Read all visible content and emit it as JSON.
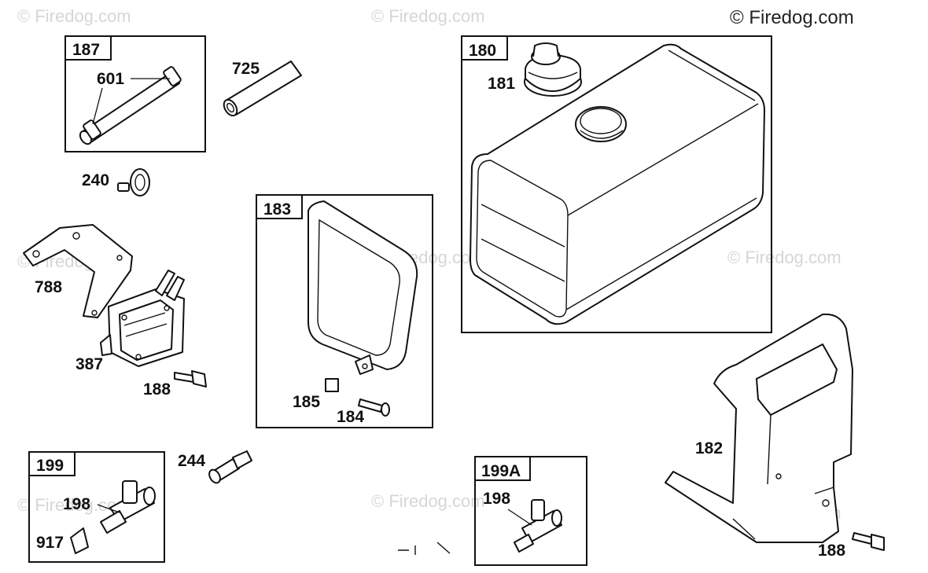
{
  "copyright": "© Firedog.com",
  "watermark": "© Firedog.com",
  "boxes": {
    "b187": "187",
    "b183": "183",
    "b180": "180",
    "b199": "199",
    "b199a": "199A"
  },
  "labels": {
    "l601": "601",
    "l725": "725",
    "l240": "240",
    "l788": "788",
    "l387": "387",
    "l188a": "188",
    "l181": "181",
    "l185": "185",
    "l184": "184",
    "l182": "182",
    "l244": "244",
    "l198a": "198",
    "l917": "917",
    "l198b": "198",
    "l188b": "188"
  }
}
